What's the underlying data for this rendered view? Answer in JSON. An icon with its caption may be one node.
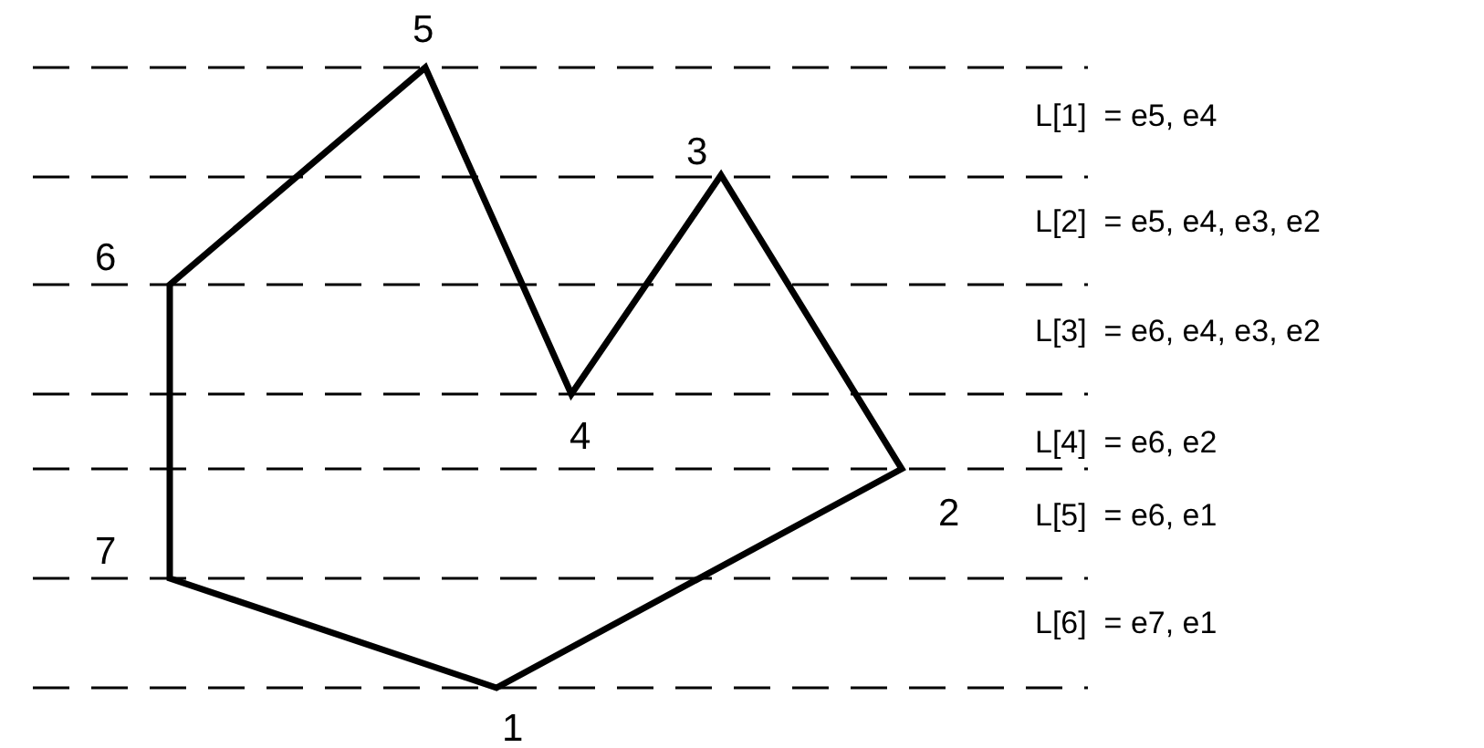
{
  "diagram": {
    "labels": [
      "5",
      "L[1]  = e5, e4",
      "3",
      "L[2]  = e5, e4, e3, e2",
      "6",
      "L[3]  = e6, e4, e3, e2",
      "4",
      "L[4]  = e6, e2",
      "2",
      "L[5]  = e6, e1",
      "7",
      "L[6]  = e7, e1",
      "1"
    ]
  }
}
